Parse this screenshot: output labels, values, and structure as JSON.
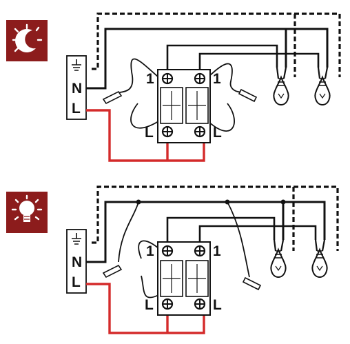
{
  "colors": {
    "wire": "#111111",
    "live_wire": "#d42a2a",
    "icon_bg": "#8c1c1c",
    "icon_fg": "#ffffff",
    "background": "#ffffff"
  },
  "panels": [
    {
      "mode_icon": "moon-icon",
      "terminal_block": {
        "earth": "earth-symbol-icon",
        "neutral_label": "N",
        "live_label": "L"
      },
      "switch": {
        "top_left_label": "1",
        "top_right_label": "1",
        "bottom_left_label": "L",
        "bottom_right_label": "L"
      },
      "lamps": 2,
      "state": "off"
    },
    {
      "mode_icon": "lightbulb-icon",
      "terminal_block": {
        "earth": "earth-symbol-icon",
        "neutral_label": "N",
        "live_label": "L"
      },
      "switch": {
        "top_left_label": "1",
        "top_right_label": "1",
        "bottom_left_label": "L",
        "bottom_right_label": "L"
      },
      "lamps": 2,
      "state": "on"
    }
  ]
}
